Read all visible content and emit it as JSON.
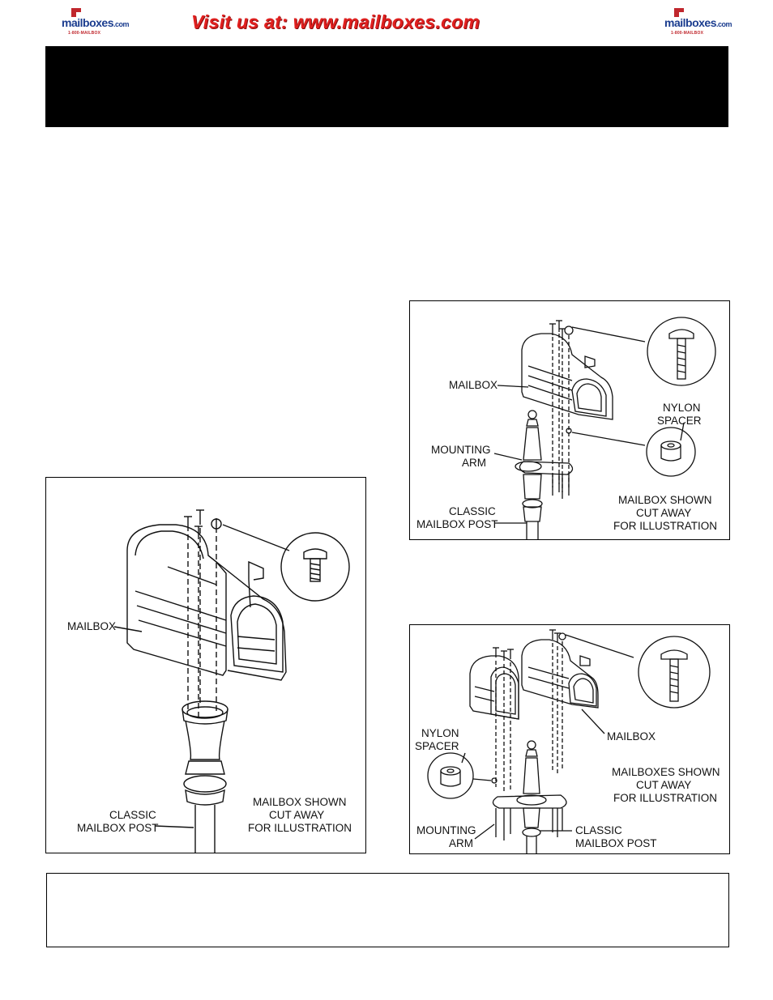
{
  "header": {
    "logo_brand": "mailboxes",
    "logo_dotcom": ".com",
    "logo_phone": "1-800-MAILBOX",
    "visit_text": "Visit us at: www.mailboxes.com"
  },
  "figures": {
    "single": {
      "mailbox": "MAILBOX",
      "post_line1": "CLASSIC",
      "post_line2": "MAILBOX POST",
      "note_line1": "MAILBOX SHOWN",
      "note_line2": "CUT AWAY",
      "note_line3": "FOR ILLUSTRATION"
    },
    "arm_single": {
      "mailbox": "MAILBOX",
      "spacer_line1": "NYLON",
      "spacer_line2": "SPACER",
      "arm_line1": "MOUNTING",
      "arm_line2": "ARM",
      "post_line1": "CLASSIC",
      "post_line2": "MAILBOX POST",
      "note_line1": "MAILBOX SHOWN",
      "note_line2": "CUT AWAY",
      "note_line3": "FOR ILLUSTRATION"
    },
    "arm_double": {
      "spacer_line1": "NYLON",
      "spacer_line2": "SPACER",
      "mailbox": "MAILBOX",
      "note_line1": "MAILBOXES SHOWN",
      "note_line2": "CUT AWAY",
      "note_line3": "FOR ILLUSTRATION",
      "arm_line1": "MOUNTING",
      "arm_line2": "ARM",
      "post_line1": "CLASSIC",
      "post_line2": "MAILBOX POST"
    }
  }
}
